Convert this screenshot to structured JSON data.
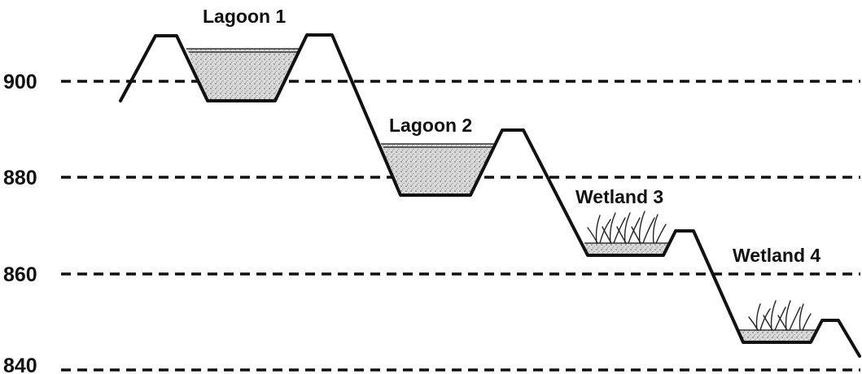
{
  "elevation_ticks": [
    {
      "value": "900"
    },
    {
      "value": "880"
    },
    {
      "value": "860"
    },
    {
      "value": "840"
    }
  ],
  "basins": [
    {
      "label": "Lagoon 1",
      "kind": "lagoon"
    },
    {
      "label": "Lagoon 2",
      "kind": "lagoon"
    },
    {
      "label": "Wetland 3",
      "kind": "wetland"
    },
    {
      "label": "Wetland 4",
      "kind": "wetland"
    }
  ],
  "colors": {
    "line": "#111111",
    "water_fill": "#cfcfcf",
    "background": "#ffffff"
  }
}
